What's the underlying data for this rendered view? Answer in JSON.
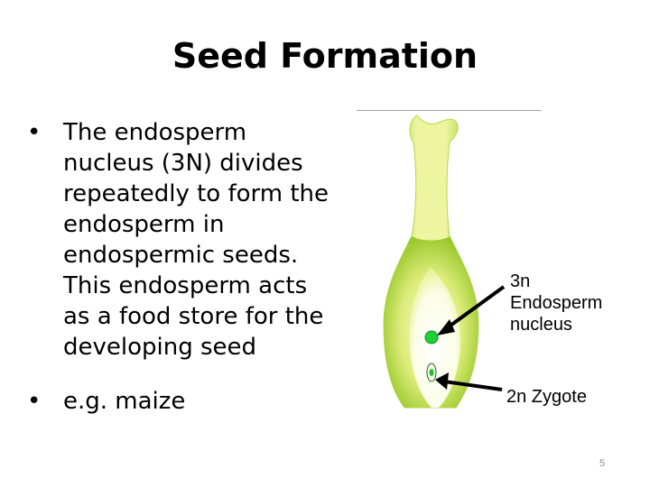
{
  "slide": {
    "title": "Seed Formation",
    "bullets": [
      {
        "marker": "•",
        "text": "The endosperm nucleus (3N) divides repeatedly to form the endosperm in endospermic seeds. This endosperm acts as a food store for the developing seed"
      },
      {
        "marker": "•",
        "text": "e.g. maize"
      }
    ],
    "page_number": "5"
  },
  "diagram": {
    "labels": {
      "endosperm_line1": "3n",
      "endosperm_line2": "Endosperm",
      "endosperm_line3": "nucleus",
      "zygote": "2n Zygote"
    },
    "colors": {
      "ovule_light": "#eef5a0",
      "ovule_dark": "#8ec21e",
      "endosperm_nucleus": "#1fcf3a",
      "arrow": "#000000"
    }
  }
}
